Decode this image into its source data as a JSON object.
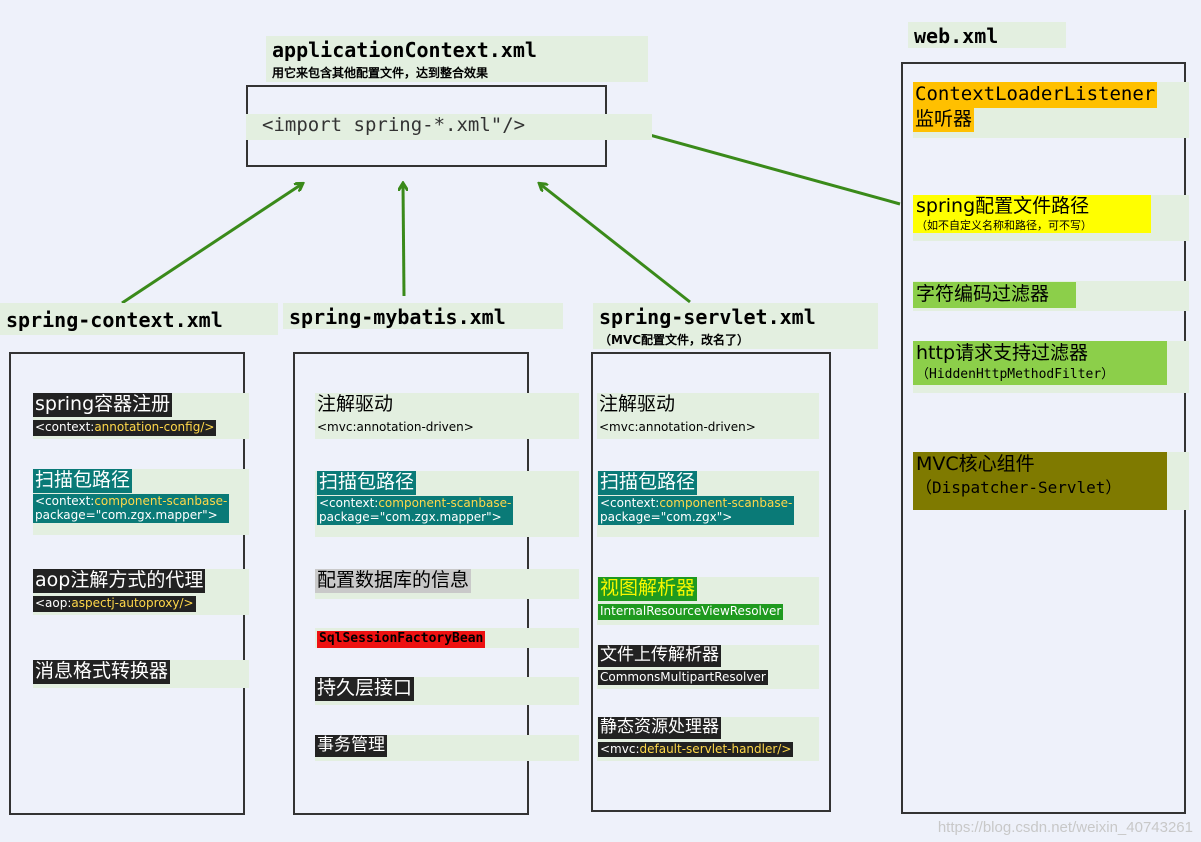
{
  "app_context": {
    "title": "applicationContext.xml",
    "subtitle": "用它来包含其他配置文件，达到整合效果",
    "import": "<import spring-*.xml\"/>"
  },
  "web": {
    "title": "web.xml",
    "items": [
      {
        "label": "ContextLoaderListener",
        "label2": "监听器"
      },
      {
        "label": "spring配置文件路径",
        "sub": "（如不自定义名称和路径，可不写）"
      },
      {
        "label": "字符编码过滤器"
      },
      {
        "label": "http请求支持过滤器",
        "sub": "（HiddenHttpMethodFilter）"
      },
      {
        "label": "MVC核心组件",
        "sub": "（Dispatcher-Servlet）"
      }
    ]
  },
  "spring_context": {
    "title": "spring-context.xml",
    "items": [
      {
        "label": "spring容器注册",
        "sub_prefix": "<context:",
        "sub_tag": "annotation-config/>"
      },
      {
        "label": "扫描包路径",
        "sub_prefix": "<context:",
        "sub_tag": "component-scanbase-",
        "sub_line2": "package=\"com.zgx.mapper\">"
      },
      {
        "label": "aop注解方式的代理",
        "sub_prefix": "<aop:",
        "sub_tag": "aspectj-autoproxy/>"
      },
      {
        "label": "消息格式转换器"
      }
    ]
  },
  "spring_mybatis": {
    "title": "spring-mybatis.xml",
    "items": [
      {
        "label": "注解驱动",
        "sub": "<mvc:annotation-driven>"
      },
      {
        "label": "扫描包路径",
        "sub_prefix": "<context:",
        "sub_tag": "component-scanbase-",
        "sub_line2": "package=\"com.zgx.mapper\">"
      },
      {
        "label": "配置数据库的信息"
      },
      {
        "label": "SqlSessionFactoryBean"
      },
      {
        "label": "持久层接口"
      },
      {
        "label": "事务管理"
      }
    ]
  },
  "spring_servlet": {
    "title": "spring-servlet.xml",
    "subtitle": "（MVC配置文件，改名了）",
    "items": [
      {
        "label": "注解驱动",
        "sub": "<mvc:annotation-driven>"
      },
      {
        "label": "扫描包路径",
        "sub_prefix": "<context:",
        "sub_tag": "component-scanbase-",
        "sub_line2": "package=\"com.zgx\">"
      },
      {
        "label": "视图解析器",
        "sub": "InternalResourceViewResolver"
      },
      {
        "label": "文件上传解析器",
        "sub": "CommonsMultipartResolver"
      },
      {
        "label": "静态资源处理器",
        "sub_prefix": "<mvc:",
        "sub_tag": "default-servlet-handler/>"
      }
    ]
  },
  "watermark": "https://blog.csdn.net/weixin_40743261",
  "colors": {
    "arrow": "#3a8a1a",
    "title_band": "#e3efe0",
    "dark_label": "#222222",
    "teal_label": "#0a7a77",
    "listener_orange": "#ffc000",
    "path_yellow": "#ffff00",
    "filter_green": "#8ccf4a",
    "mvc_olive": "#7f7a00",
    "red_label": "#ee1111"
  }
}
